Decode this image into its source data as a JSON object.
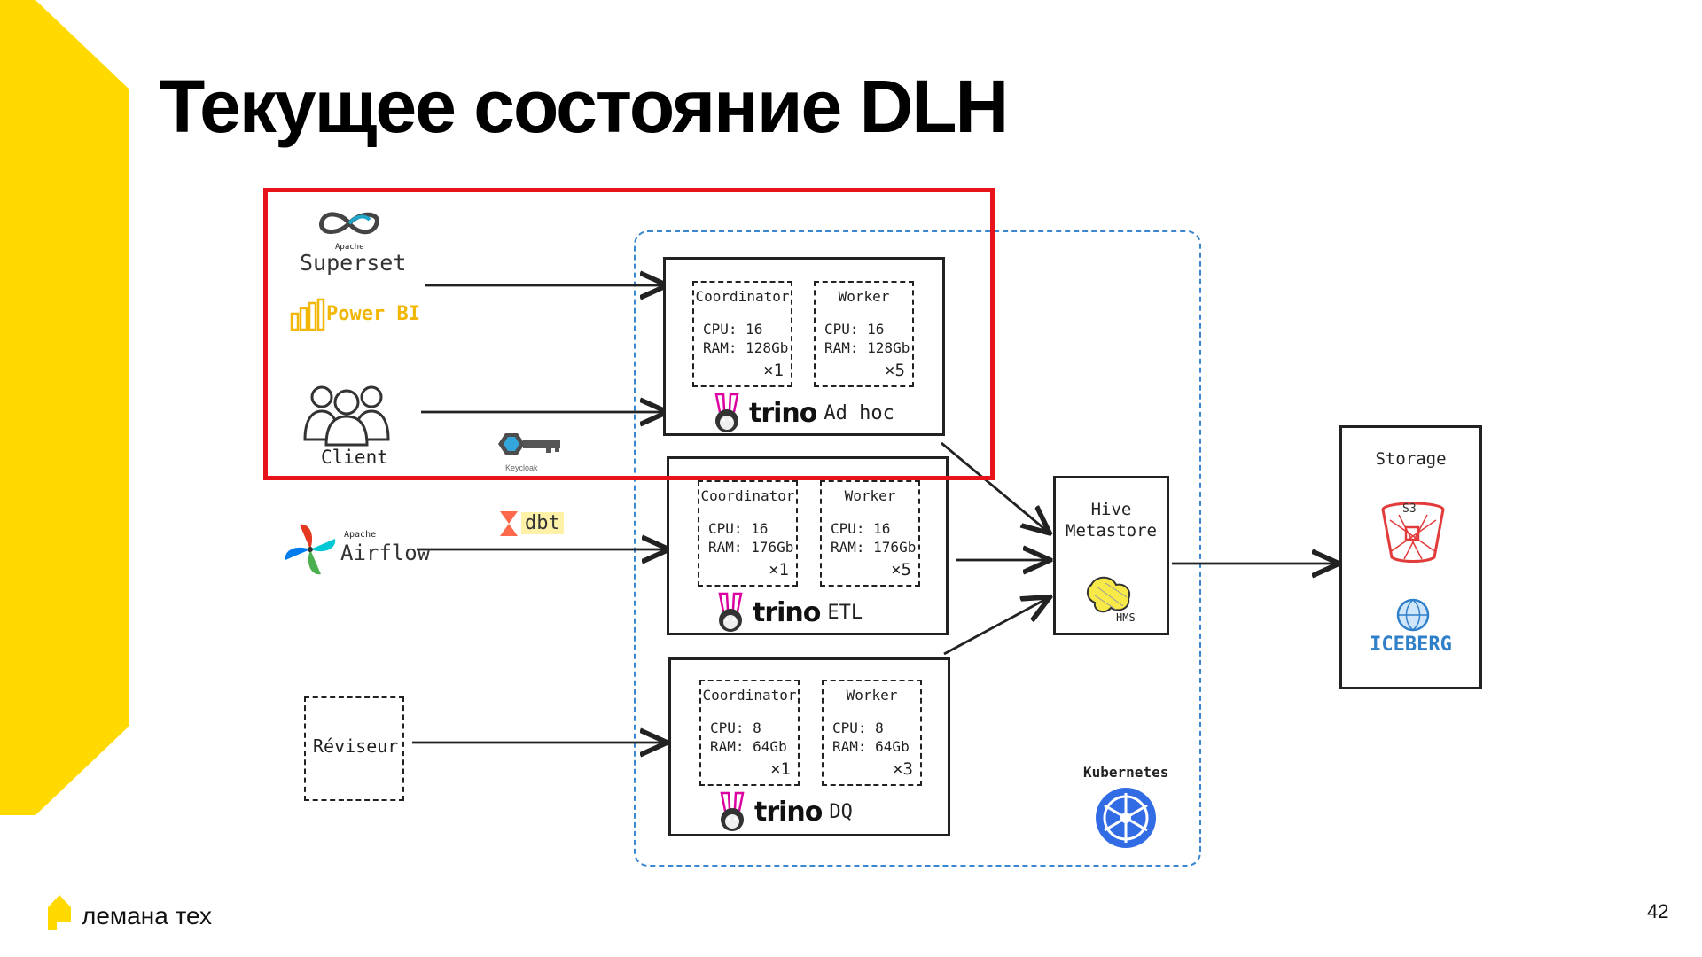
{
  "slide": {
    "title": "Текущее состояние DLH",
    "page_number": "42",
    "brand": "лемана тех"
  },
  "sources": {
    "superset_small": "Apache",
    "superset": "Superset",
    "powerbi": "Power BI",
    "client": "Client",
    "keycloak": "Keycloak",
    "dbt": "dbt",
    "airflow_small": "Apache",
    "airflow": "Airflow",
    "reviseur": "Réviseur"
  },
  "clusters": [
    {
      "name": "Ad hoc",
      "coordinator": {
        "label": "Coordinator",
        "cpu": "CPU: 16",
        "ram": "RAM: 128Gb",
        "count": "×1"
      },
      "worker": {
        "label": "Worker",
        "cpu": "CPU: 16",
        "ram": "RAM: 128Gb",
        "count": "×5"
      }
    },
    {
      "name": "ETL",
      "coordinator": {
        "label": "Coordinator",
        "cpu": "CPU: 16",
        "ram": "RAM: 176Gb",
        "count": "×1"
      },
      "worker": {
        "label": "Worker",
        "cpu": "CPU: 16",
        "ram": "RAM: 176Gb",
        "count": "×5"
      }
    },
    {
      "name": "DQ",
      "coordinator": {
        "label": "Coordinator",
        "cpu": "CPU: 8",
        "ram": "RAM: 64Gb",
        "count": "×1"
      },
      "worker": {
        "label": "Worker",
        "cpu": "CPU: 8",
        "ram": "RAM: 64Gb",
        "count": "×3"
      }
    }
  ],
  "trino_word": "trino",
  "hive": {
    "line1": "Hive",
    "line2": "Metastore",
    "hms": "HMS"
  },
  "kubernetes": "Kubernetes",
  "storage": {
    "title": "Storage",
    "s3": "S3",
    "iceberg": "ICEBERG"
  },
  "colors": {
    "brand_yellow": "#FFD900",
    "highlight_red": "#E8121B",
    "k8s_dashed_blue": "#3A86D0",
    "k8s_blue": "#326CE5",
    "powerbi_yellow": "#F2B705",
    "s3_red": "#E23B3B",
    "iceberg_blue": "#2F7FC9"
  }
}
